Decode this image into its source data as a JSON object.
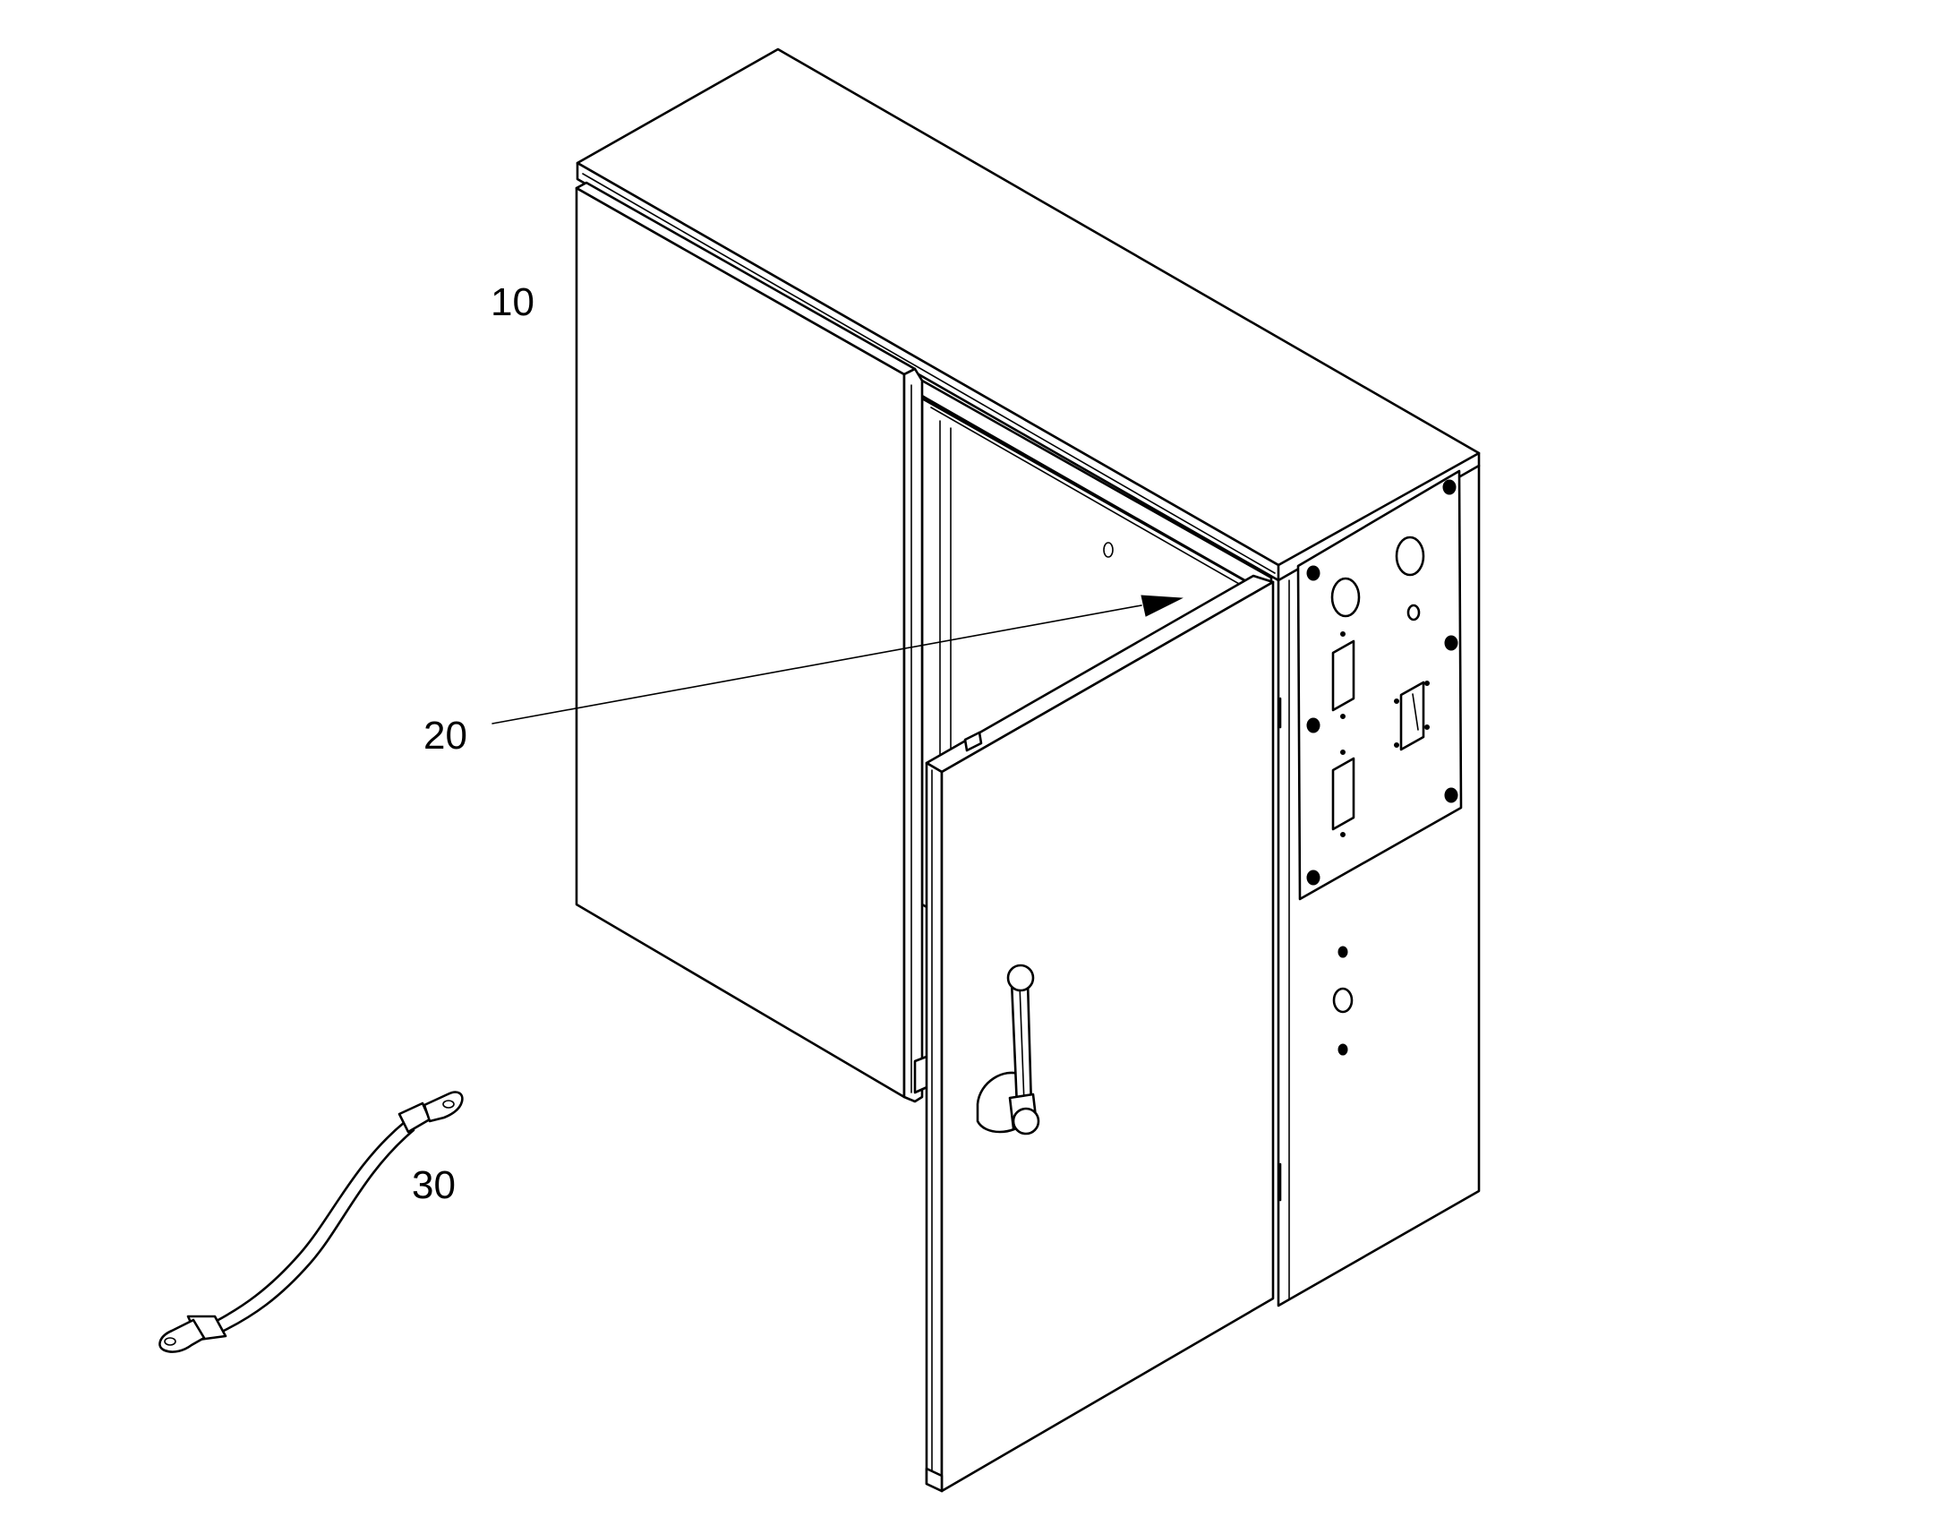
{
  "labels": {
    "ref_10": "10",
    "ref_20": "20",
    "ref_30": "30"
  },
  "colors": {
    "line": "#000000",
    "background": "#ffffff"
  }
}
